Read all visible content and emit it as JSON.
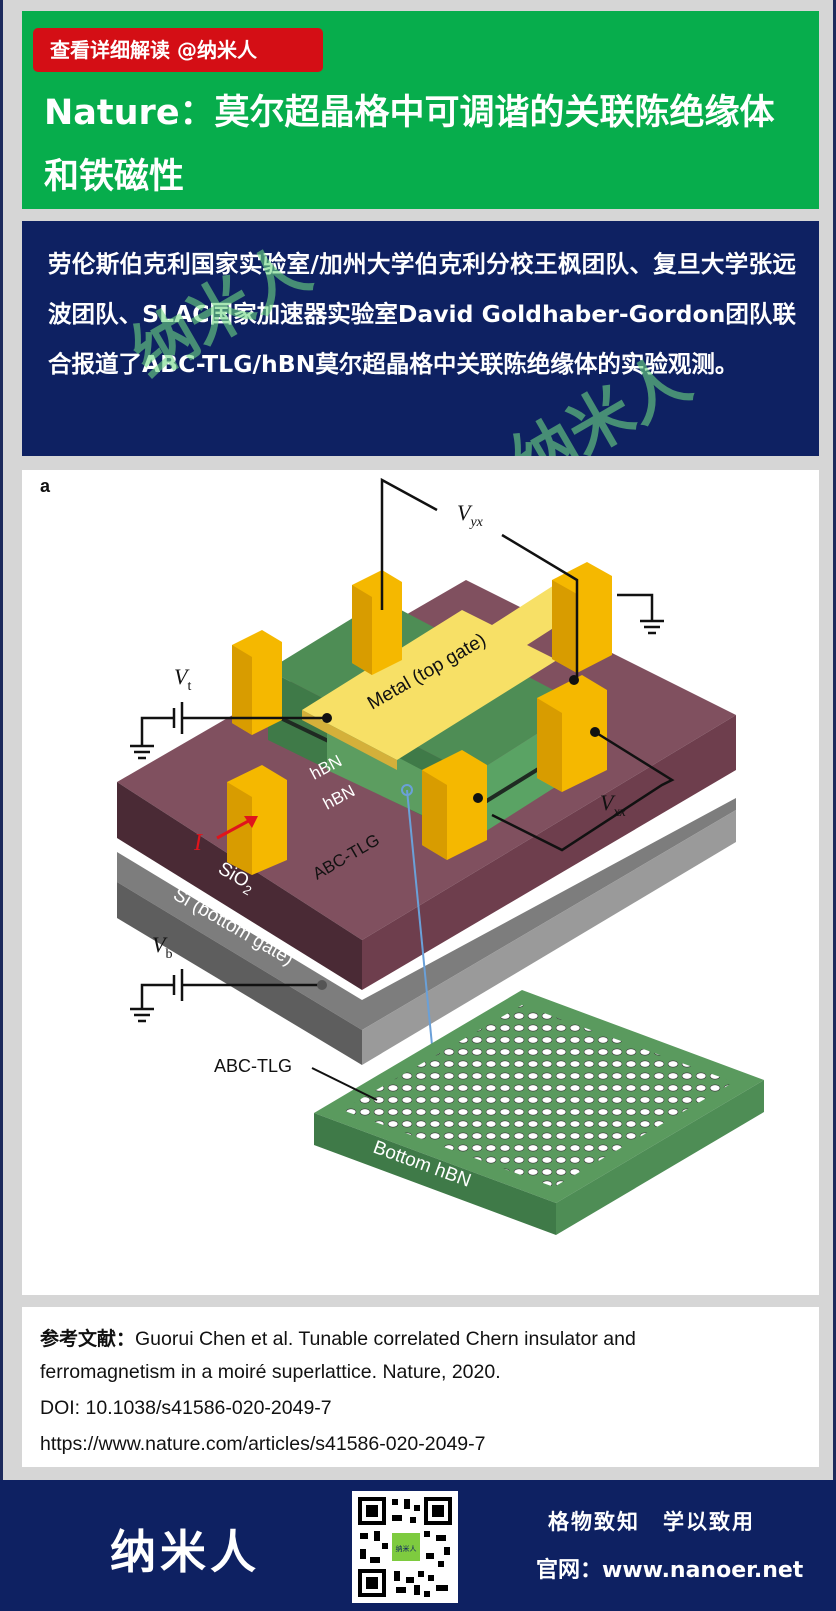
{
  "header": {
    "badge": "查看详细解读 @纳米人",
    "title": "Nature：莫尔超晶格中可调谐的关联陈绝缘体和铁磁性"
  },
  "intro": {
    "text": "劳伦斯伯克利国家实验室/加州大学伯克利分校王枫团队、复旦大学张远波团队、SLAC国家加速器实验室David Goldhaber-Gordon团队联合报道了ABC-TLG/hBN莫尔超晶格中关联陈绝缘体的实验观测。",
    "watermark": "纳米人"
  },
  "figure": {
    "panel": "a",
    "labels": {
      "vyx": "V",
      "vyx_sub": "yx",
      "vt": "V",
      "vt_sub": "t",
      "vb": "V",
      "vb_sub": "b",
      "vxx": "V",
      "vxx_sub": "xx",
      "metal": "Metal (top gate)",
      "hbn_top": "hBN",
      "hbn_bottom": "hBN",
      "current": "I",
      "abc_tlg": "ABC-TLG",
      "sio2": "SiO",
      "sio2_sub": "2",
      "si": "Si (bottom gate)",
      "abc_tlg_inset": "ABC-TLG",
      "bottom_hbn": "Bottom hBN"
    }
  },
  "references": {
    "label": "参考文献：",
    "citation_1": "Guorui Chen et al. Tunable correlated Chern insulator and",
    "citation_2": "ferromagnetism in a moiré superlattice. Nature, 2020.",
    "doi": "DOI: 10.1038/s41586-020-2049-7",
    "url": "https://www.nature.com/articles/s41586-020-2049-7"
  },
  "footer": {
    "brand": "纳米人",
    "slogan": "格物致知　学以致用",
    "website": "官网：www.nanoer.net",
    "qr_label": "纳米人"
  },
  "colors": {
    "green_header": "#07ad4c",
    "red_badge": "#d40e15",
    "navy": "#0e2162",
    "gold": "#f5b800",
    "maroon": "#6e4151",
    "hbn_green": "#4e9a5e"
  }
}
